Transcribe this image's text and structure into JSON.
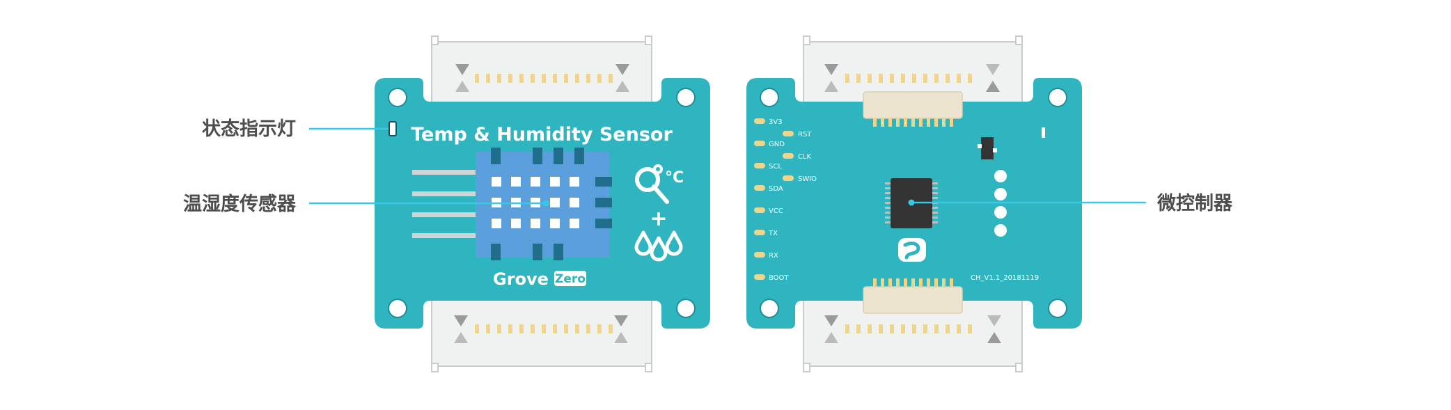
{
  "colors": {
    "board": "#2fb5bf",
    "board_dark": "#269ea8",
    "connector_body": "#f0f1f1",
    "connector_edge": "#c9cccc",
    "pin_yellow": "#efd58c",
    "sensor_blue": "#5b9fdd",
    "sensor_dark": "#1f6e8c",
    "leader_line": "#38c8e6",
    "label_text": "#4d4d4d",
    "chip": "#333333"
  },
  "front": {
    "title": "Temp & Humidity Sensor",
    "logo_grove": "Grove",
    "logo_zero": "Zero",
    "unit_glyph": "°C",
    "plus_glyph": "+",
    "icons": [
      "thermometer-icon",
      "water-drops-icon"
    ]
  },
  "back": {
    "pins_left": [
      "3V3",
      "GND",
      "SCL",
      "SDA",
      "VCC",
      "TX",
      "RX",
      "BOOT"
    ],
    "pins_right": [
      "RST",
      "CLK",
      "SWIO"
    ],
    "version": "CH_V1.1_20181119"
  },
  "callouts": {
    "status_led": "状态指示灯",
    "temp_humidity_sensor": "温湿度传感器",
    "microcontroller": "微控制器"
  }
}
